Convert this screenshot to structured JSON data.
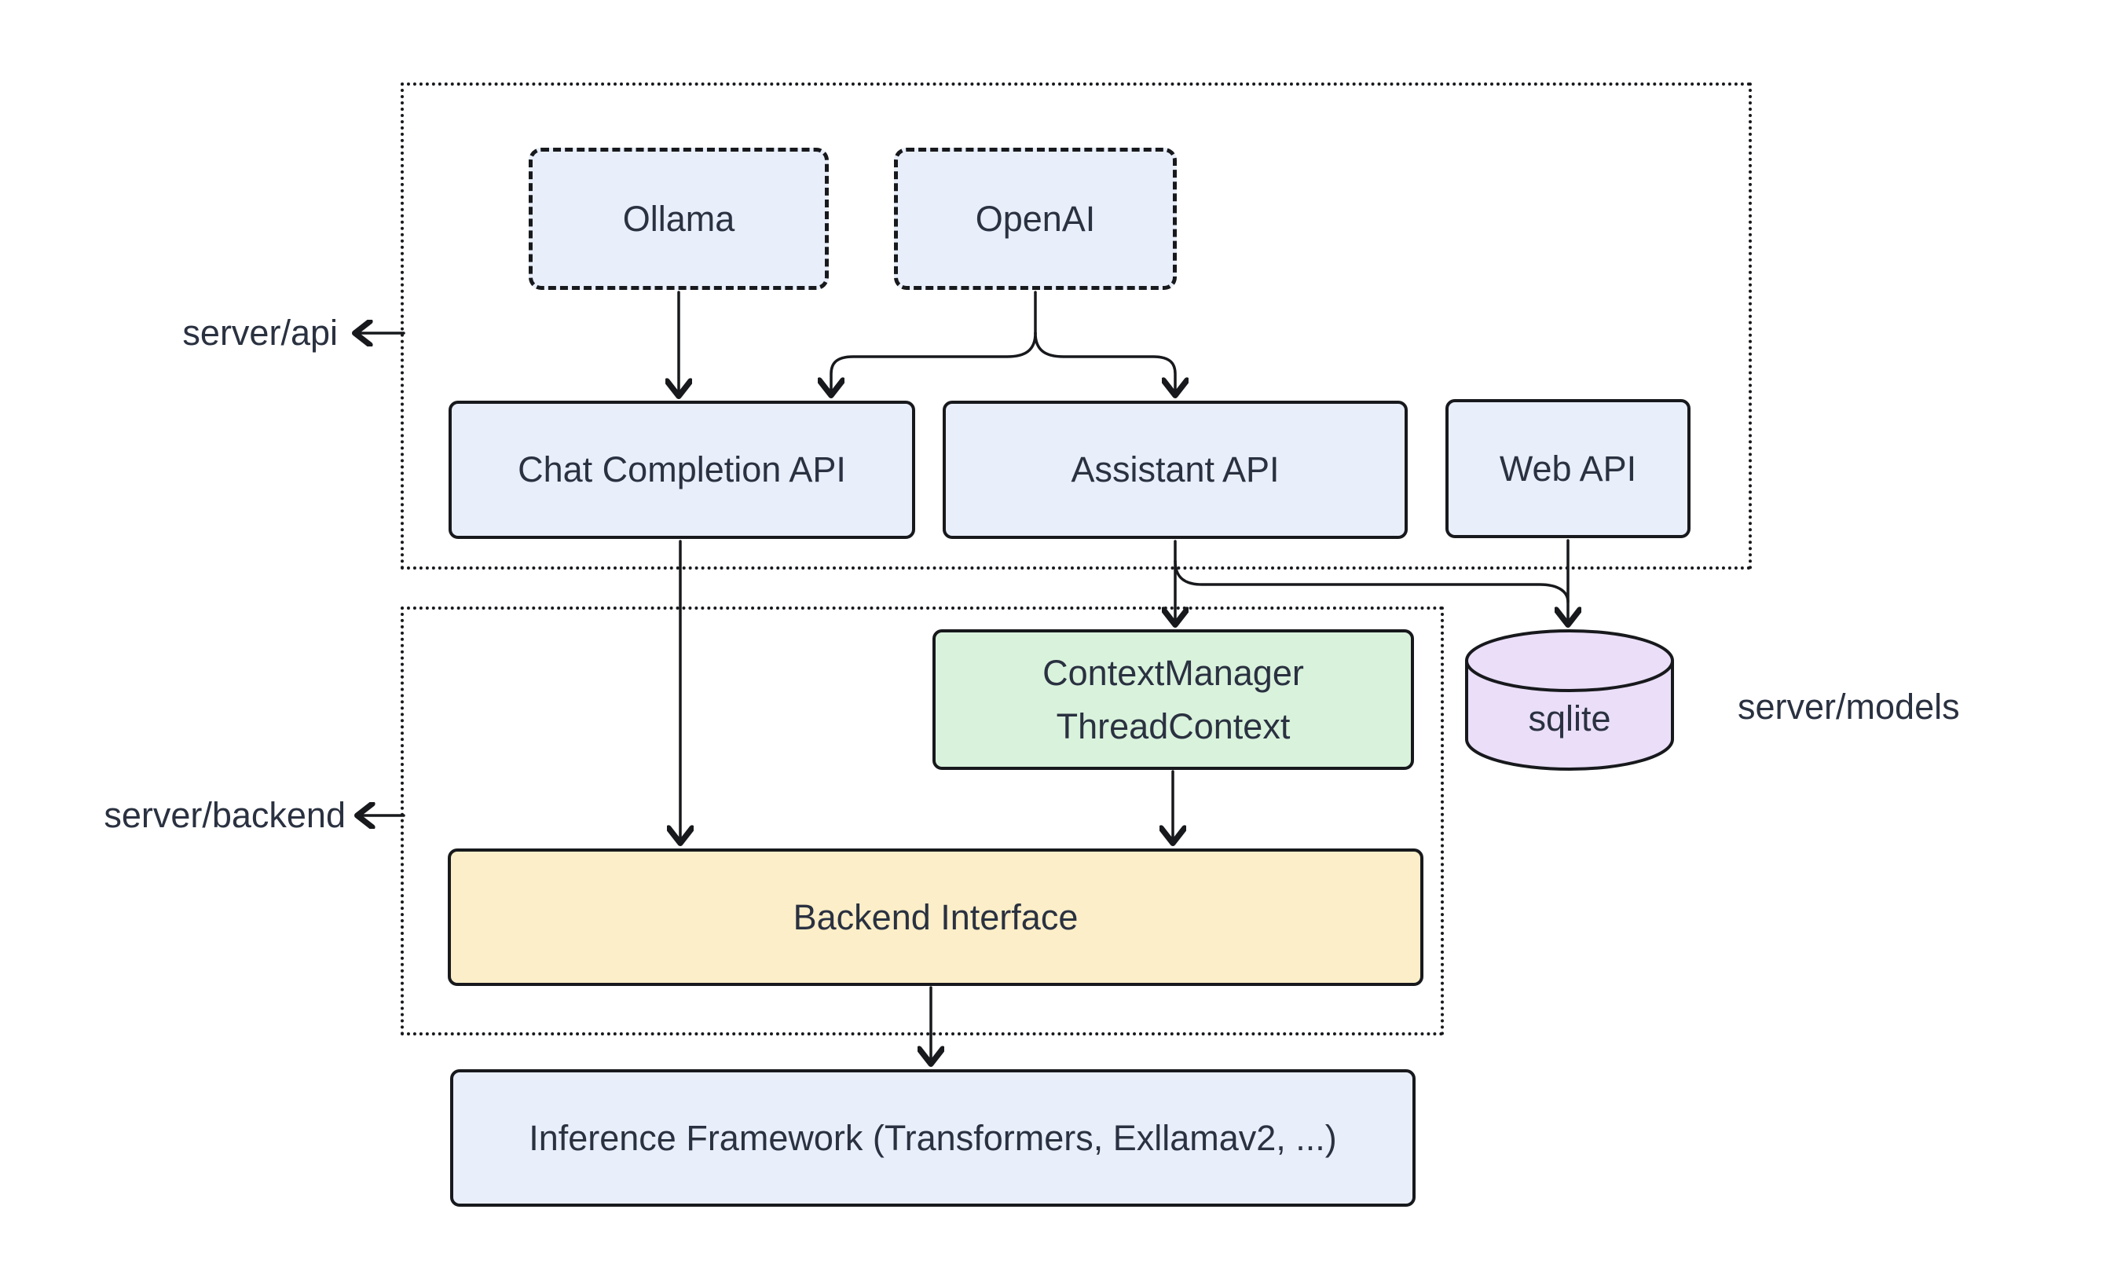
{
  "diagram": {
    "title": "LLM server architecture diagram",
    "background": "#ffffff",
    "stroke": "#17191c",
    "text_color": "#2a3140",
    "groups": {
      "api": {
        "label": "server/api"
      },
      "backend": {
        "label": "server/backend"
      },
      "models": {
        "label": "server/models"
      }
    },
    "nodes": {
      "ollama": {
        "label": "Ollama",
        "fill": "#e8eefa",
        "border_style": "dashed"
      },
      "openai": {
        "label": "OpenAI",
        "fill": "#e8eefa",
        "border_style": "dashed"
      },
      "chat_api": {
        "label": "Chat Completion API",
        "fill": "#e8eefa",
        "border_style": "solid"
      },
      "assistant_api": {
        "label": "Assistant API",
        "fill": "#e8eefa",
        "border_style": "solid"
      },
      "web_api": {
        "label": "Web API",
        "fill": "#e8eefa",
        "border_style": "solid"
      },
      "context_manager": {
        "line1": "ContextManager",
        "line2": "ThreadContext",
        "fill": "#d9f2dc",
        "border_style": "solid"
      },
      "sqlite": {
        "label": "sqlite",
        "fill": "#eadef8",
        "shape": "cylinder"
      },
      "backend_interface": {
        "label": "Backend Interface",
        "fill": "#fbeec8",
        "border_style": "solid"
      },
      "inference": {
        "label": "Inference Framework (Transformers, Exllamav2, ...)",
        "fill": "#e8eefa",
        "border_style": "solid"
      }
    },
    "edges": [
      {
        "from": "Ollama",
        "to": "Chat Completion API"
      },
      {
        "from": "OpenAI",
        "to": "Chat Completion API"
      },
      {
        "from": "OpenAI",
        "to": "Assistant API"
      },
      {
        "from": "Chat Completion API",
        "to": "Backend Interface"
      },
      {
        "from": "Assistant API",
        "to": "ContextManager ThreadContext"
      },
      {
        "from": "Assistant API",
        "to": "sqlite"
      },
      {
        "from": "Web API",
        "to": "sqlite"
      },
      {
        "from": "ContextManager ThreadContext",
        "to": "Backend Interface"
      },
      {
        "from": "Backend Interface",
        "to": "Inference Framework (Transformers, Exllamav2, ...)"
      }
    ]
  }
}
